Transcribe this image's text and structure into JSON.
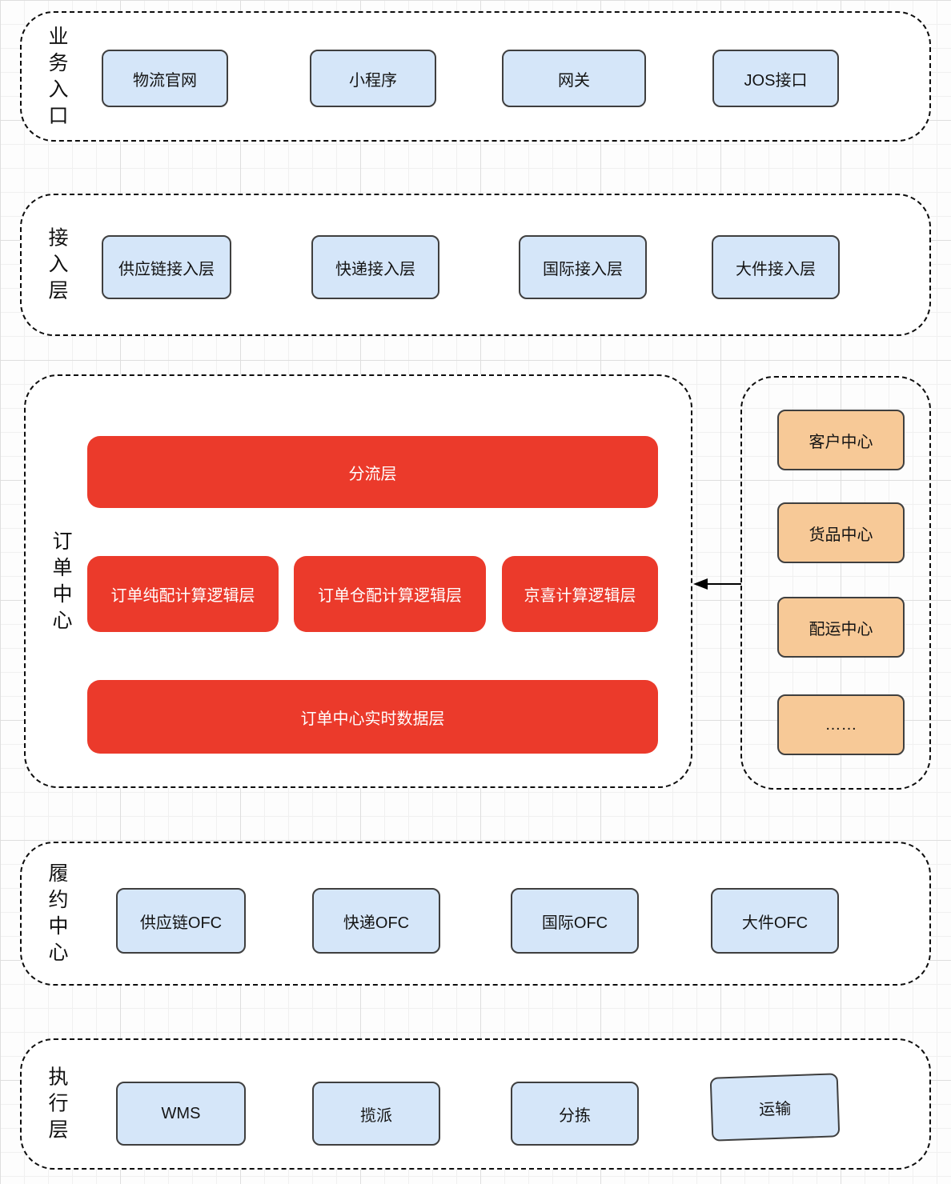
{
  "colors": {
    "red_accent": "#eb3a2b",
    "blue_node_fill": "#d5e6f9",
    "orange_node_fill": "#f7c997",
    "node_border": "#3f3f3f",
    "container_border": "#0d0d0d"
  },
  "business_entry": {
    "label": "业务入口",
    "items": [
      "物流官网",
      "小程序",
      "网关",
      "JOS接口"
    ]
  },
  "access_layer": {
    "label": "接入层",
    "items": [
      "供应链接入层",
      "快递接入层",
      "国际接入层",
      "大件接入层"
    ]
  },
  "order_center": {
    "label": "订单中心",
    "split_layer": "分流层",
    "logic_layers": [
      "订单纯配计算逻辑层",
      "订单仓配计算逻辑层",
      "京喜计算逻辑层"
    ],
    "realtime_data_layer": "订单中心实时数据层"
  },
  "support_centers": {
    "items": [
      "客户中心",
      "货品中心",
      "配运中心",
      "……"
    ]
  },
  "fulfillment_center": {
    "label": "履约中心",
    "items": [
      "供应链OFC",
      "快递OFC",
      "国际OFC",
      "大件OFC"
    ]
  },
  "execution_layer": {
    "label": "执行层",
    "items": [
      "WMS",
      "揽派",
      "分拣",
      "运输"
    ]
  }
}
